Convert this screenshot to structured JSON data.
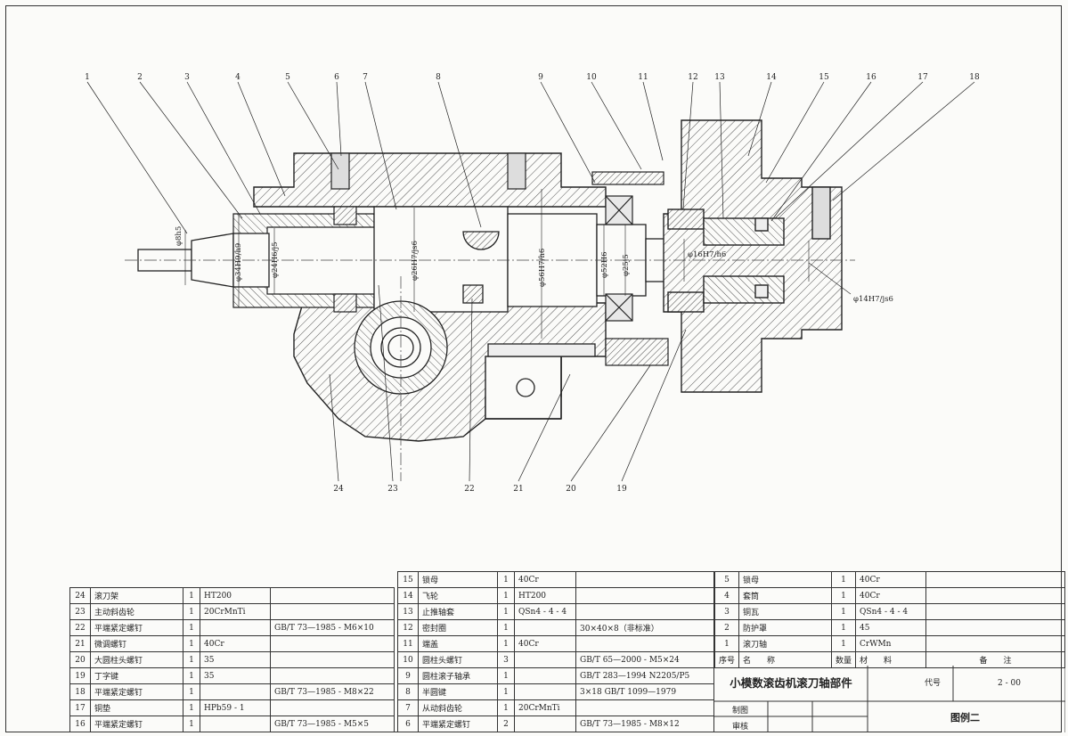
{
  "balloons": [
    "1",
    "2",
    "3",
    "4",
    "5",
    "6",
    "7",
    "8",
    "9",
    "10",
    "11",
    "12",
    "13",
    "14",
    "15",
    "16",
    "17",
    "18",
    "24",
    "23",
    "22",
    "21",
    "20",
    "19"
  ],
  "dims": {
    "d1": "φ8h5",
    "d2": "φ34H9/h9",
    "d3": "φ24H6/j5",
    "d4": "φ26H7/js6",
    "d5": "φ56H7/h6",
    "d6": "φ52H6",
    "d7": "φ25j5",
    "d8": "φ16H7/h6",
    "d9": "φ14H7/js6"
  },
  "parts_left": [
    {
      "no": "24",
      "name": "滚刀架",
      "qty": "1",
      "mat": "HT200",
      "std": ""
    },
    {
      "no": "23",
      "name": "主动斜齿轮",
      "qty": "1",
      "mat": "20CrMnTi",
      "std": ""
    },
    {
      "no": "22",
      "name": "平端紧定螺钉",
      "qty": "1",
      "mat": "",
      "std": "GB/T 73—1985 - M6×10"
    },
    {
      "no": "21",
      "name": "微调螺钉",
      "qty": "1",
      "mat": "40Cr",
      "std": ""
    },
    {
      "no": "20",
      "name": "大圆柱头螺钉",
      "qty": "1",
      "mat": "35",
      "std": ""
    },
    {
      "no": "19",
      "name": "丁字键",
      "qty": "1",
      "mat": "35",
      "std": ""
    },
    {
      "no": "18",
      "name": "平端紧定螺钉",
      "qty": "1",
      "mat": "",
      "std": "GB/T 73—1985 - M8×22"
    },
    {
      "no": "17",
      "name": "铜垫",
      "qty": "1",
      "mat": "HPb59 - 1",
      "std": ""
    },
    {
      "no": "16",
      "name": "平端紧定螺钉",
      "qty": "1",
      "mat": "",
      "std": "GB/T 73—1985 - M5×5"
    }
  ],
  "parts_mid": [
    {
      "no": "15",
      "name": "锁母",
      "qty": "1",
      "mat": "40Cr",
      "std": ""
    },
    {
      "no": "14",
      "name": "飞轮",
      "qty": "1",
      "mat": "HT200",
      "std": ""
    },
    {
      "no": "13",
      "name": "止推轴套",
      "qty": "1",
      "mat": "QSn4 - 4 - 4",
      "std": ""
    },
    {
      "no": "12",
      "name": "密封圈",
      "qty": "1",
      "mat": "",
      "std": "30×40×8（非标准）"
    },
    {
      "no": "11",
      "name": "端盖",
      "qty": "1",
      "mat": "40Cr",
      "std": ""
    },
    {
      "no": "10",
      "name": "圆柱头螺钉",
      "qty": "3",
      "mat": "",
      "std": "GB/T 65—2000 - M5×24"
    },
    {
      "no": "9",
      "name": "圆柱滚子轴承",
      "qty": "1",
      "mat": "",
      "std": "GB/T 283—1994 N2205/P5"
    },
    {
      "no": "8",
      "name": "半圆键",
      "qty": "1",
      "mat": "",
      "std": "3×18   GB/T 1099—1979"
    },
    {
      "no": "7",
      "name": "从动斜齿轮",
      "qty": "1",
      "mat": "20CrMnTi",
      "std": ""
    },
    {
      "no": "6",
      "name": "平端紧定螺钉",
      "qty": "2",
      "mat": "",
      "std": "GB/T 73—1985 - M8×12"
    }
  ],
  "parts_right": [
    {
      "no": "5",
      "name": "锁母",
      "qty": "1",
      "mat": "40Cr",
      "std": ""
    },
    {
      "no": "4",
      "name": "套筒",
      "qty": "1",
      "mat": "40Cr",
      "std": ""
    },
    {
      "no": "3",
      "name": "铜瓦",
      "qty": "1",
      "mat": "QSn4 - 4 - 4",
      "std": ""
    },
    {
      "no": "2",
      "name": "防护罩",
      "qty": "1",
      "mat": "45",
      "std": ""
    },
    {
      "no": "1",
      "name": "滚刀轴",
      "qty": "1",
      "mat": "CrWMn",
      "std": ""
    }
  ],
  "header_row": {
    "no": "序号",
    "name": "名　　称",
    "qty": "数量",
    "mat": "材　　料",
    "remark": "备　　注"
  },
  "title_block": {
    "name": "小模数滚齿机滚刀轴部件",
    "code_label": "代号",
    "code": "2 - 00",
    "drawn": "制图",
    "checked": "审核",
    "example": "图例二"
  }
}
